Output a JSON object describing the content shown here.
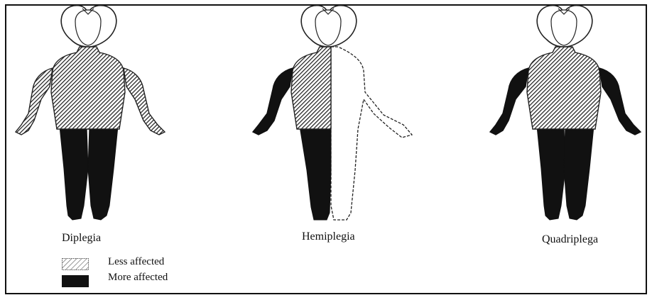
{
  "figures": [
    {
      "caption": "Diplegia",
      "pattern": {
        "trunk": "less",
        "left_arm": "less",
        "right_arm": "less",
        "left_leg": "more",
        "right_leg": "more"
      }
    },
    {
      "caption": "Hemiplegia",
      "pattern": {
        "trunk_left_half": "less",
        "left_arm": "more",
        "left_leg": "more",
        "right_side": "unaffected"
      }
    },
    {
      "caption": "Quadriplega",
      "pattern": {
        "trunk": "less",
        "left_arm": "more",
        "right_arm": "more",
        "left_leg": "more",
        "right_leg": "more"
      }
    }
  ],
  "legend": {
    "less_label": "Less affected",
    "more_label": "More affected"
  },
  "colors": {
    "more_affected": "#111111",
    "less_affected_hatch": "#222222",
    "background": "#ffffff"
  }
}
